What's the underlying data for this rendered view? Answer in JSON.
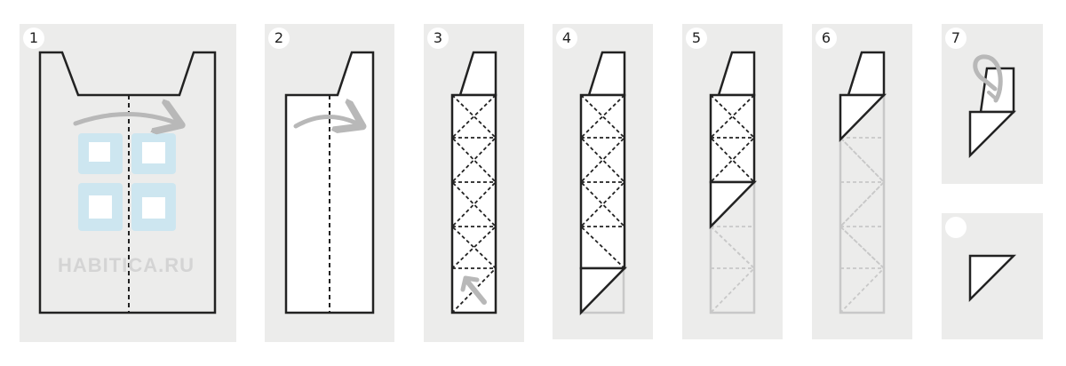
{
  "steps": [
    {
      "label": "1"
    },
    {
      "label": "2"
    },
    {
      "label": "3"
    },
    {
      "label": "4"
    },
    {
      "label": "5"
    },
    {
      "label": "6"
    },
    {
      "label": "7"
    },
    {
      "label": ""
    }
  ],
  "watermark": {
    "text": "HABITICA.RU",
    "color": "#cde6f0"
  },
  "colors": {
    "panel": "#ececeb",
    "stroke": "#222222",
    "fold_arrow": "#b8b8b8",
    "ghost": "#c8c8c8"
  }
}
